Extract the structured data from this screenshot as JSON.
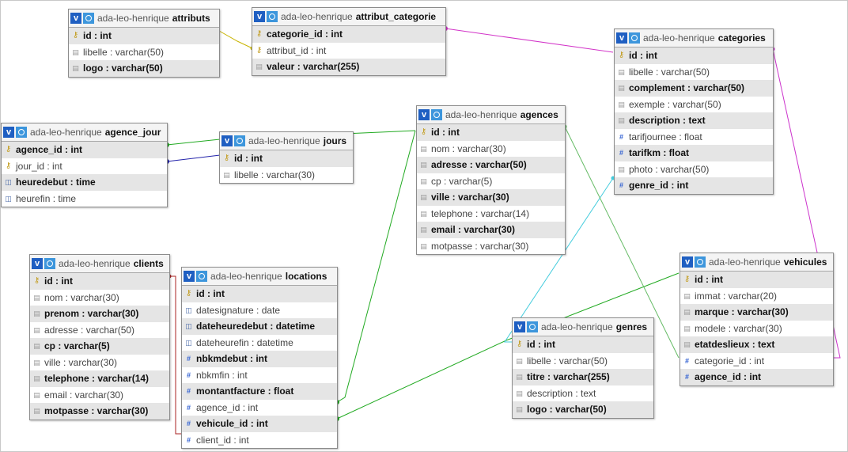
{
  "db_name": "ada-leo-henrique",
  "colors": {
    "pk": "#c29b1a",
    "number": "#2f5fd2",
    "text": "#9a9a9a",
    "time": "#4a6aa8",
    "header_v": "#1f5fc2"
  },
  "link_colors": {
    "attributs_categorie": "#c8b400",
    "categorie_categories": "#d233c8",
    "agence_jours_agences": "#22aa22",
    "jour_jours": "#2222aa",
    "locations_agences": "#22aa22",
    "locations_vehicules": "#22aa22",
    "clients_locations": "#aa2222",
    "genres_categories": "#44ccdd",
    "vehicules_agences": "#66bb66",
    "vehicules_categories": "#cc33cc"
  },
  "tables": {
    "attributs": {
      "name": "attributs",
      "columns": [
        {
          "text": "id : int",
          "icon": "pk-icon",
          "bold": true
        },
        {
          "text": "libelle : varchar(50)",
          "icon": "column-icon",
          "bold": false
        },
        {
          "text": "logo : varchar(50)",
          "icon": "column-icon",
          "bold": true
        }
      ]
    },
    "attribut_categorie": {
      "name": "attribut_categorie",
      "columns": [
        {
          "text": "categorie_id : int",
          "icon": "pk-icon",
          "bold": true
        },
        {
          "text": "attribut_id : int",
          "icon": "pk-icon",
          "bold": false
        },
        {
          "text": "valeur : varchar(255)",
          "icon": "column-icon",
          "bold": true
        }
      ]
    },
    "categories": {
      "name": "categories",
      "columns": [
        {
          "text": "id : int",
          "icon": "pk-icon",
          "bold": true
        },
        {
          "text": "libelle : varchar(50)",
          "icon": "column-icon",
          "bold": false
        },
        {
          "text": "complement : varchar(50)",
          "icon": "column-icon",
          "bold": true
        },
        {
          "text": "exemple : varchar(50)",
          "icon": "column-icon",
          "bold": false
        },
        {
          "text": "description : text",
          "icon": "column-icon",
          "bold": true
        },
        {
          "text": "tarifjournee : float",
          "icon": "number-icon",
          "bold": false
        },
        {
          "text": "tarifkm : float",
          "icon": "number-icon",
          "bold": true
        },
        {
          "text": "photo : varchar(50)",
          "icon": "column-icon",
          "bold": false
        },
        {
          "text": "genre_id : int",
          "icon": "number-icon",
          "bold": true
        }
      ]
    },
    "agence_jour": {
      "name": "agence_jour",
      "columns": [
        {
          "text": "agence_id : int",
          "icon": "pk-icon",
          "bold": true
        },
        {
          "text": "jour_id : int",
          "icon": "pk-icon",
          "bold": false
        },
        {
          "text": "heuredebut : time",
          "icon": "time-icon",
          "bold": true
        },
        {
          "text": "heurefin : time",
          "icon": "time-icon",
          "bold": false
        }
      ]
    },
    "jours": {
      "name": "jours",
      "columns": [
        {
          "text": "id : int",
          "icon": "pk-icon",
          "bold": true
        },
        {
          "text": "libelle : varchar(30)",
          "icon": "column-icon",
          "bold": false
        }
      ]
    },
    "agences": {
      "name": "agences",
      "columns": [
        {
          "text": "id : int",
          "icon": "pk-icon",
          "bold": true
        },
        {
          "text": "nom : varchar(30)",
          "icon": "column-icon",
          "bold": false
        },
        {
          "text": "adresse : varchar(50)",
          "icon": "column-icon",
          "bold": true
        },
        {
          "text": "cp : varchar(5)",
          "icon": "column-icon",
          "bold": false
        },
        {
          "text": "ville : varchar(30)",
          "icon": "column-icon",
          "bold": true
        },
        {
          "text": "telephone : varchar(14)",
          "icon": "column-icon",
          "bold": false
        },
        {
          "text": "email : varchar(30)",
          "icon": "column-icon",
          "bold": true
        },
        {
          "text": "motpasse : varchar(30)",
          "icon": "column-icon",
          "bold": false
        }
      ]
    },
    "clients": {
      "name": "clients",
      "columns": [
        {
          "text": "id : int",
          "icon": "pk-icon",
          "bold": true
        },
        {
          "text": "nom : varchar(30)",
          "icon": "column-icon",
          "bold": false
        },
        {
          "text": "prenom : varchar(30)",
          "icon": "column-icon",
          "bold": true
        },
        {
          "text": "adresse : varchar(50)",
          "icon": "column-icon",
          "bold": false
        },
        {
          "text": "cp : varchar(5)",
          "icon": "column-icon",
          "bold": true
        },
        {
          "text": "ville : varchar(30)",
          "icon": "column-icon",
          "bold": false
        },
        {
          "text": "telephone : varchar(14)",
          "icon": "column-icon",
          "bold": true
        },
        {
          "text": "email : varchar(30)",
          "icon": "column-icon",
          "bold": false
        },
        {
          "text": "motpasse : varchar(30)",
          "icon": "column-icon",
          "bold": true
        }
      ]
    },
    "locations": {
      "name": "locations",
      "columns": [
        {
          "text": "id : int",
          "icon": "pk-icon",
          "bold": true
        },
        {
          "text": "datesignature : date",
          "icon": "time-icon",
          "bold": false
        },
        {
          "text": "dateheuredebut : datetime",
          "icon": "time-icon",
          "bold": true
        },
        {
          "text": "dateheurefin : datetime",
          "icon": "time-icon",
          "bold": false
        },
        {
          "text": "nbkmdebut : int",
          "icon": "number-icon",
          "bold": true
        },
        {
          "text": "nbkmfin : int",
          "icon": "number-icon",
          "bold": false
        },
        {
          "text": "montantfacture : float",
          "icon": "number-icon",
          "bold": true
        },
        {
          "text": "agence_id : int",
          "icon": "number-icon",
          "bold": false
        },
        {
          "text": "vehicule_id : int",
          "icon": "number-icon",
          "bold": true
        },
        {
          "text": "client_id : int",
          "icon": "number-icon",
          "bold": false
        }
      ]
    },
    "genres": {
      "name": "genres",
      "columns": [
        {
          "text": "id : int",
          "icon": "pk-icon",
          "bold": true
        },
        {
          "text": "libelle : varchar(50)",
          "icon": "column-icon",
          "bold": false
        },
        {
          "text": "titre : varchar(255)",
          "icon": "column-icon",
          "bold": true
        },
        {
          "text": "description : text",
          "icon": "column-icon",
          "bold": false
        },
        {
          "text": "logo : varchar(50)",
          "icon": "column-icon",
          "bold": true
        }
      ]
    },
    "vehicules": {
      "name": "vehicules",
      "columns": [
        {
          "text": "id : int",
          "icon": "pk-icon",
          "bold": true
        },
        {
          "text": "immat : varchar(20)",
          "icon": "column-icon",
          "bold": false
        },
        {
          "text": "marque : varchar(30)",
          "icon": "column-icon",
          "bold": true
        },
        {
          "text": "modele : varchar(30)",
          "icon": "column-icon",
          "bold": false
        },
        {
          "text": "etatdeslieux : text",
          "icon": "column-icon",
          "bold": true
        },
        {
          "text": "categorie_id : int",
          "icon": "number-icon",
          "bold": false
        },
        {
          "text": "agence_id : int",
          "icon": "number-icon",
          "bold": true
        }
      ]
    }
  }
}
